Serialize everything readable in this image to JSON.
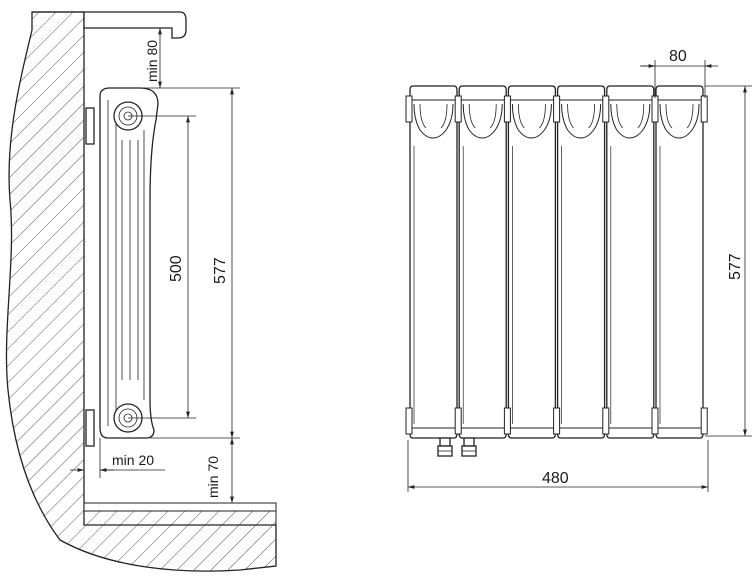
{
  "diagram": {
    "side_view": {
      "labels": {
        "min_top": "min 80",
        "distance_axis": "500",
        "height": "577",
        "min_wall": "min 20",
        "min_floor": "min 70"
      }
    },
    "front_view": {
      "labels": {
        "section_width": "80",
        "height": "577",
        "total_width": "480"
      },
      "section_count": 6
    }
  }
}
